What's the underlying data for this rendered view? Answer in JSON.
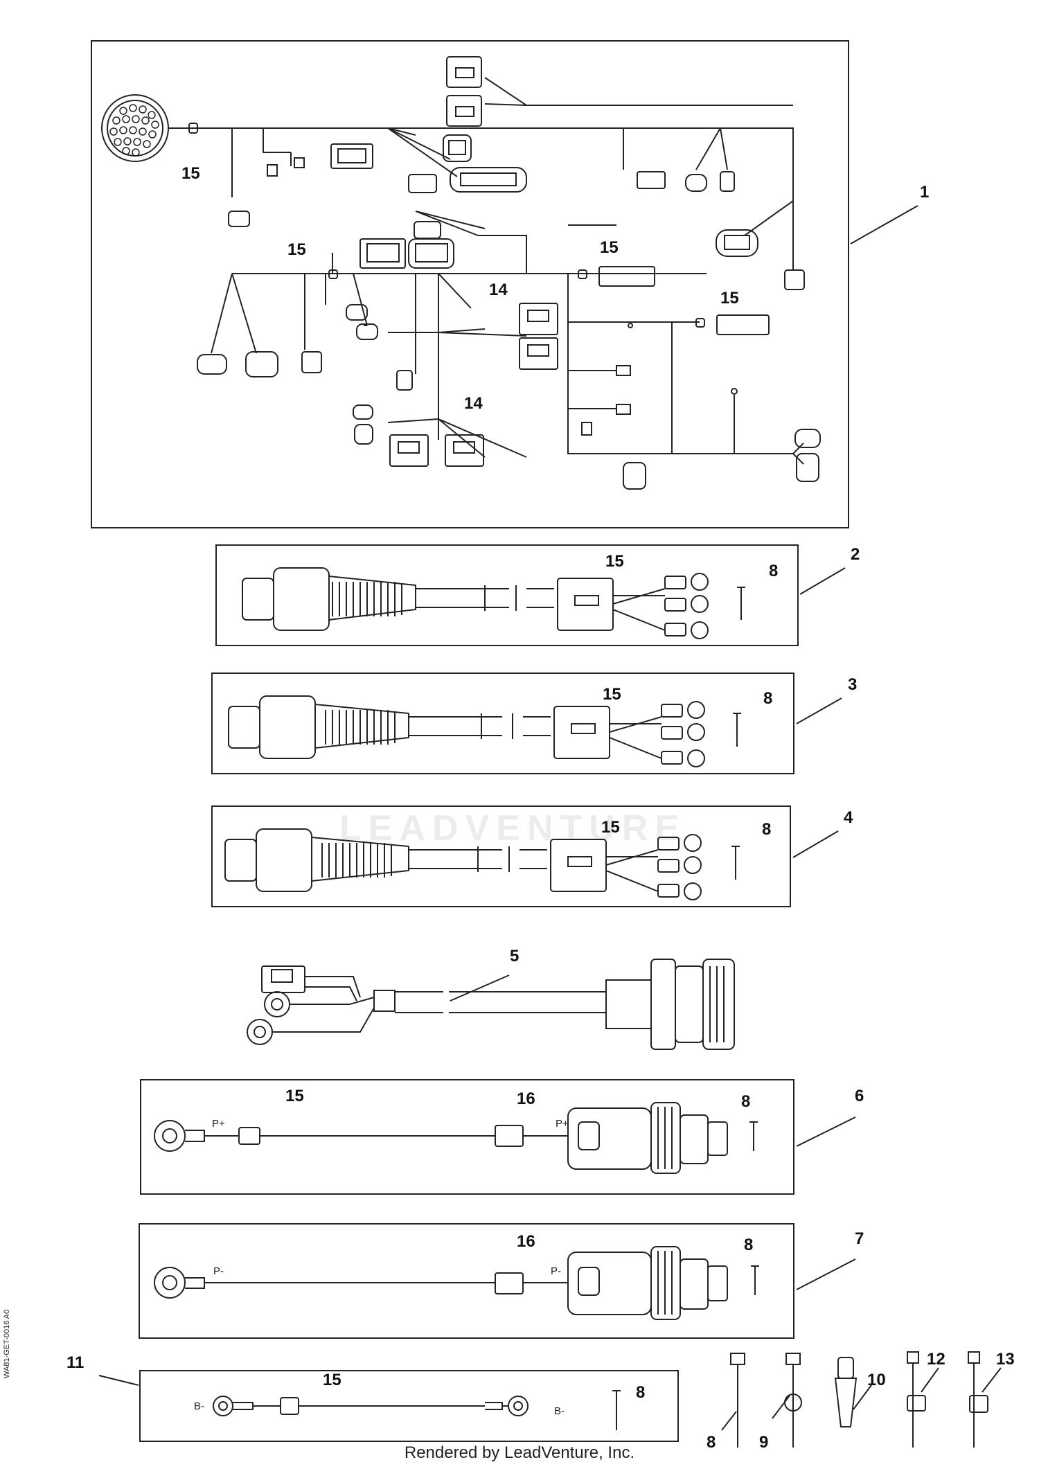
{
  "callouts": {
    "c1": "1",
    "c2": "2",
    "c3": "3",
    "c4": "4",
    "c5": "5",
    "c6": "6",
    "c7": "7",
    "c8": "8",
    "c9": "9",
    "c10": "10",
    "c11": "11",
    "c12": "12",
    "c13": "13",
    "c14": "14",
    "c15": "15",
    "c16": "16"
  },
  "wire_labels": {
    "p_plus": "P+",
    "p_minus": "P-",
    "b_minus": "B-"
  },
  "watermark": "LEADVENTURE",
  "side_code": "WA81-GET-0016",
  "side_rev": "A0",
  "footer": "Rendered by LeadVenture, Inc."
}
